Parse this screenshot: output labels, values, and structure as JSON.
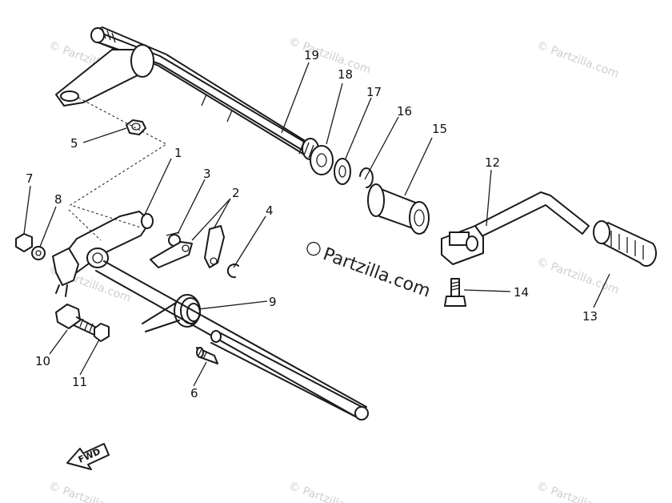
{
  "callouts": [
    "1",
    "2",
    "3",
    "4",
    "5",
    "6",
    "7",
    "8",
    "9",
    "10",
    "11",
    "12",
    "13",
    "14",
    "15",
    "16",
    "17",
    "18",
    "19"
  ],
  "watermark": {
    "center_text": "Partzilla.com",
    "center_symbol": "©",
    "tile_text": "© Partzilla.com"
  },
  "direction_label": "FWD",
  "colors": {
    "line": "#1a1a1a",
    "watermark": "#cfcfcf",
    "background": "#ffffff"
  }
}
